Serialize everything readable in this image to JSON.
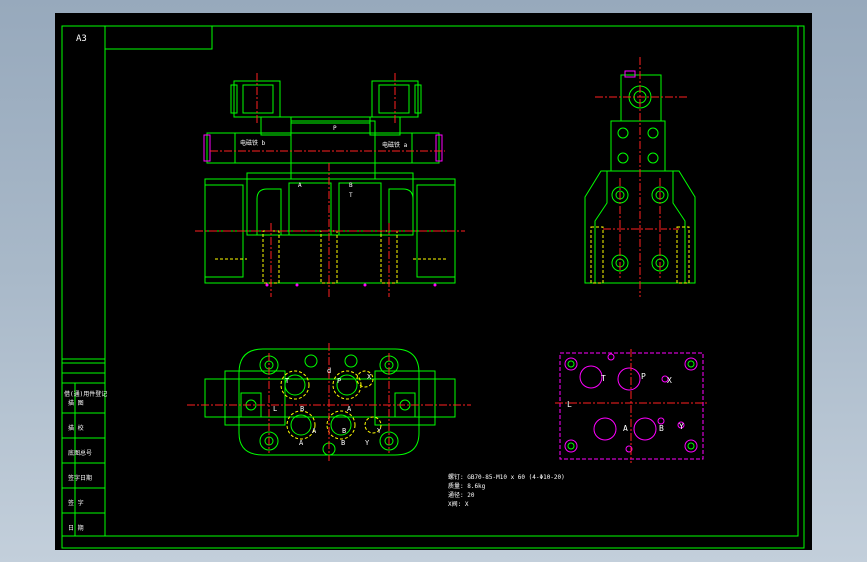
{
  "sheet": {
    "size_label": "A3",
    "colors": {
      "background": "#000000",
      "border": "#00ff00",
      "outline": "#00ff00",
      "centerline": "#ff2020",
      "hidden": "#ffff00",
      "port": "#ff00ff",
      "text": "#ffffff"
    }
  },
  "title_block": {
    "rows": [
      "借(通)用件登记",
      "描 图",
      "描 校",
      "底图总号",
      "签字日期",
      "签 字",
      "日 期"
    ]
  },
  "front_view": {
    "solenoid_labels": [
      "电磁铁 b",
      "电磁铁 a"
    ],
    "port_labels": [
      "A",
      "B",
      "P",
      "T"
    ]
  },
  "top_view": {
    "port_labels": [
      "T",
      "P",
      "X",
      "A",
      "B",
      "Y",
      "L",
      "B",
      "A",
      "Y",
      "d",
      "A",
      "B"
    ]
  },
  "mounting_face": {
    "port_labels": [
      "T",
      "P",
      "X",
      "A",
      "B",
      "Y",
      "L"
    ]
  },
  "notes": {
    "lines": [
      "螺钉: GB70-85-M10 x 60 (4-Φ10-20)",
      "质量: 8.6kg",
      "通径: 20",
      "X阀: X"
    ]
  }
}
